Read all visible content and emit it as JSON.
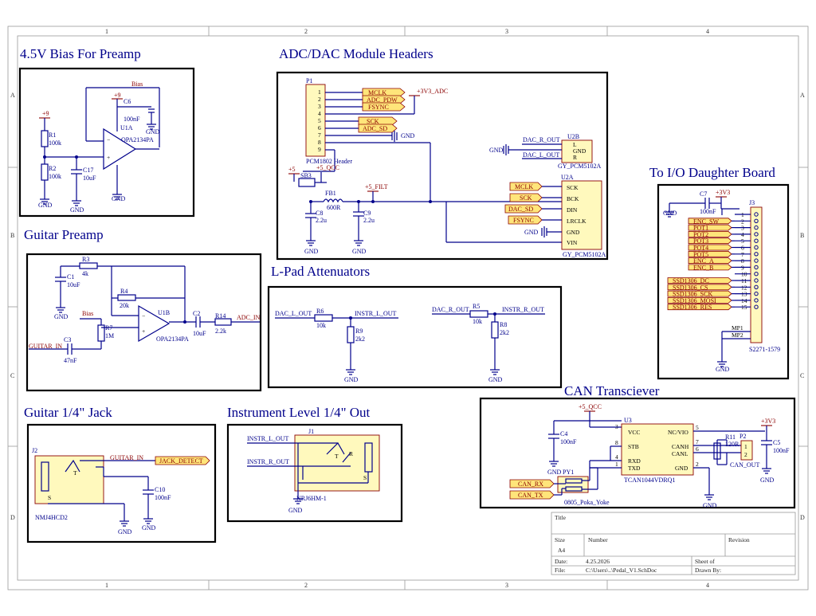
{
  "frame": {
    "cols": [
      "1",
      "2",
      "3",
      "4"
    ],
    "rows": [
      "A",
      "B",
      "C",
      "D"
    ]
  },
  "blocks": {
    "bias": {
      "title": "4.5V Bias For Preamp"
    },
    "adc": {
      "title": "ADC/DAC Module Headers"
    },
    "io": {
      "title": "To I/O Daughter Board"
    },
    "preamp": {
      "title": "Guitar Preamp"
    },
    "lpad": {
      "title": "L-Pad Attenuators"
    },
    "can": {
      "title": "CAN Transciever"
    },
    "jack": {
      "title": "Guitar 1/4\" Jack"
    },
    "inst": {
      "title": "Instrument Level 1/4\" Out"
    }
  },
  "texts": {
    "bias_net": "Bias",
    "p9a": "+9",
    "p9b": "+9",
    "c6": "C6",
    "c6v": "100nF",
    "u1a": "U1A",
    "u1a_part": "OPA2134PA",
    "r1": "R1",
    "r1v": "100k",
    "r2": "R2",
    "r2v": "100k",
    "c17": "C17",
    "c17v": "10uF",
    "gnd": "GND",
    "p1": "P1",
    "p1_part": "PCM1802 Header",
    "mclk": "MCLK",
    "adc_pdw": "ADC_PDW",
    "fsync": "FSYNC",
    "sck": "SCK",
    "adc_sd": "ADC_SD",
    "p3v3_adc": "+3V3_ADC",
    "u2b": "U2B",
    "dac_r_out": "DAC_R_OUT",
    "dac_l_out": "DAC_L_OUT",
    "gy": "GY_PCM5102A",
    "L": "L",
    "R": "R",
    "u2a": "U2A",
    "dac_sd": "DAC_SD",
    "bck": "BCK",
    "din": "DIN",
    "lrclk": "LRCLK",
    "vin": "VIN",
    "p5": "+5",
    "sb3": "SB3",
    "p5_qcc": "+5_QCC",
    "p5_filt": "+5_FILT",
    "fb1": "FB1",
    "fb1v": "600R",
    "c8": "C8",
    "c8v": "2.2u",
    "c9": "C9",
    "c9v": "2.2u",
    "c7": "C7",
    "c7v": "100nF",
    "p3v3": "+3V3",
    "j3": "J3",
    "j3_part": "S2271-1579",
    "enc_sw": "ENC_SW",
    "pot1": "POT1",
    "pot2": "POT2",
    "pot3": "POT3",
    "pot4": "POT4",
    "pot5": "POT5",
    "enc_a": "ENC_A",
    "enc_b": "ENC_B",
    "ssd_dc": "SSD1306_DC",
    "ssd_cs": "SSD1306_CS",
    "ssd_sck": "SSD1306_SCK",
    "ssd_mosi": "SSD1306_MOSI",
    "ssd_res": "SSD1306_RES",
    "mp1": "MP1",
    "mp2": "MP2",
    "r3": "R3",
    "r3v": "4k",
    "c1": "C1",
    "c1v": "10uF",
    "r4": "R4",
    "r4v": "20k",
    "u1b": "U1B",
    "u1b_part": "OPA2134PA",
    "r7": "R7",
    "r7v": "1M",
    "c2": "C2",
    "c2v": "10uF",
    "r14": "R14",
    "r14v": "2.2k",
    "adc_in": "ADC_IN",
    "guitar_in": "GUITAR_IN",
    "c3": "C3",
    "c3v": "47nF",
    "r6": "R6",
    "r6v": "10k",
    "instr_l_out": "INSTR_L_OUT",
    "r9": "R9",
    "r9v": "2k2",
    "r5": "R5",
    "r5v": "10k",
    "instr_r_out": "INSTR_R_OUT",
    "r8": "R8",
    "r8v": "2k2",
    "u3": "U3",
    "vcc": "VCC",
    "ncvio": "NC/VIO",
    "stb": "STB",
    "canh": "CANH",
    "canl": "CANL",
    "rxd": "RXD",
    "txd": "TXD",
    "u3_part": "TCAN1044VDRQ1",
    "c4": "C4",
    "c4v": "100nF",
    "py1": "PY1",
    "py1_part": "0805_Poka_Yoke",
    "can_rx": "CAN_RX",
    "can_tx": "CAN_TX",
    "r11": "R11",
    "r11v": "120R",
    "p2": "P2",
    "can_out": "CAN_OUT",
    "c5": "C5",
    "c5v": "100nF",
    "j2": "J2",
    "j2_part": "NMJ4HCD2",
    "jack_detect": "JACK_DETECT",
    "c10": "C10",
    "c10v": "100nF",
    "S": "S",
    "T": "T",
    "j1": "J1",
    "j1_part": "NRJ6HM-1"
  },
  "titleblock": {
    "title_label": "Title",
    "size_label": "Size",
    "size": "A4",
    "number_label": "Number",
    "revision_label": "Revision",
    "date_label": "Date:",
    "date": "4.25.2026",
    "sheet_label": "Sheet  of",
    "file_label": "File:",
    "file": "C:\\Users\\..\\Pedal_V1.SchDoc",
    "drawn_label": "Drawn By:"
  }
}
